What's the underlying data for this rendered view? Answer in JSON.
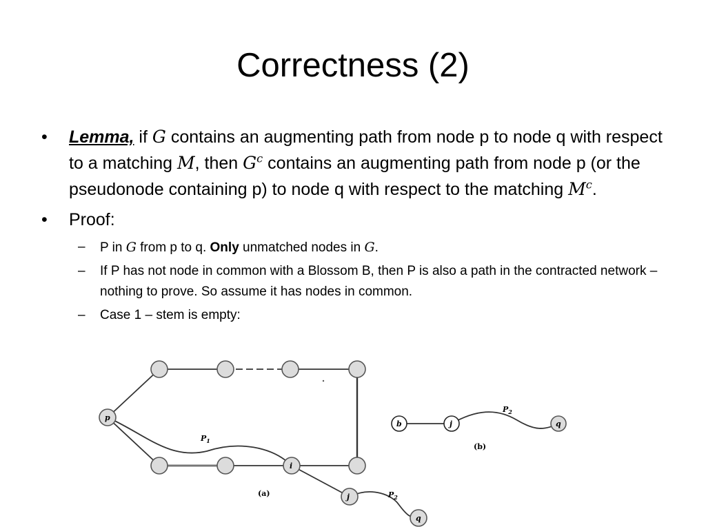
{
  "slide": {
    "title": "Correctness (2)",
    "bullet1": {
      "lemma": "Lemma,",
      "t1": " if ",
      "m1": "G",
      "t2": " contains an augmenting path from node p to node q with respect to a matching ",
      "m2": "M",
      "t3": ", then ",
      "m3": "G",
      "s3": "c",
      "t4": " contains an augmenting path from node p (or the pseudonode containing p) to node q with respect to the matching ",
      "m4": "M",
      "s4": "c",
      "t5": "."
    },
    "bullet2": {
      "label": "Proof:"
    },
    "sub1": {
      "t1": "P in ",
      "m1": "G",
      "t2": " from p to q. ",
      "bold": "Only",
      "t3": " unmatched nodes in ",
      "m2": "G",
      "t4": "."
    },
    "sub2": {
      "text": "If P has not node in common with a Blossom B, then P is also a path in the contracted network – nothing to prove. So assume it has nodes in common."
    },
    "sub3": {
      "text": "Case 1 – stem is empty:"
    }
  },
  "figure": {
    "node_labels": {
      "p": "p",
      "i": "i",
      "j": "j",
      "q": "q",
      "b": "b",
      "j2": "j",
      "q2": "q"
    },
    "path_labels": {
      "p1": "P",
      "p1_sub": "1",
      "p2": "P",
      "p2_sub": "2",
      "p2b": "P",
      "p2b_sub": "2"
    },
    "captions": {
      "a": "(a)",
      "b": "(b)"
    }
  }
}
